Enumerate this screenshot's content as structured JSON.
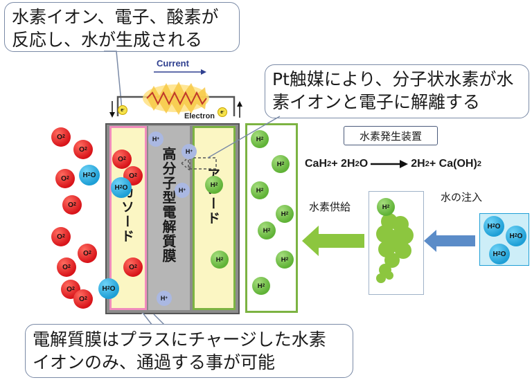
{
  "callouts": {
    "top_left": [
      "水素イオン、電子、酸素が",
      "反応し、水が生成される"
    ],
    "top_right": [
      "Pt触媒により、分子状水素が水",
      "素イオンと電子に解離する"
    ],
    "bottom": [
      "電解質膜はプラスにチャージした水素",
      "イオンのみ、通過する事が可能"
    ]
  },
  "circuit": {
    "current_label": "Current",
    "electron_label": "Electron",
    "electron_symbol": "e",
    "electron_charge": "-"
  },
  "zones": {
    "cathode": "カソード",
    "membrane": "高分子型電解質膜",
    "anode": "アノード"
  },
  "generator": {
    "title": "水素発生装置",
    "equation": {
      "cah": "CaH",
      "s1": "2",
      "plus1": " + 2H",
      "s2": "2",
      "o": "O ",
      "rhs_h": " 2H",
      "s3": "2",
      "rhs_rest": " + Ca(OH)",
      "s4": "2"
    },
    "supply_label": "水素供給",
    "water_in_label": "水の注入"
  },
  "molecules": {
    "o2": {
      "base": "O",
      "sub": "2"
    },
    "h2o": {
      "pre": "H",
      "sub": "2",
      "post": "O"
    },
    "h2": {
      "base": "H",
      "sub": "2"
    },
    "hplus": {
      "base": "H",
      "sup": "+"
    }
  },
  "colors": {
    "cathode_border": "#f08cbc",
    "anode_border": "#7cb342",
    "membrane_fill": "#b6b6b6",
    "layer_fill": "#fbf6c3",
    "hydrogen_green": "#7cc04a",
    "arrow_green": "#8cc63f",
    "arrow_blue": "#5b8cc8",
    "water_box_fill": "#cdeef8"
  }
}
